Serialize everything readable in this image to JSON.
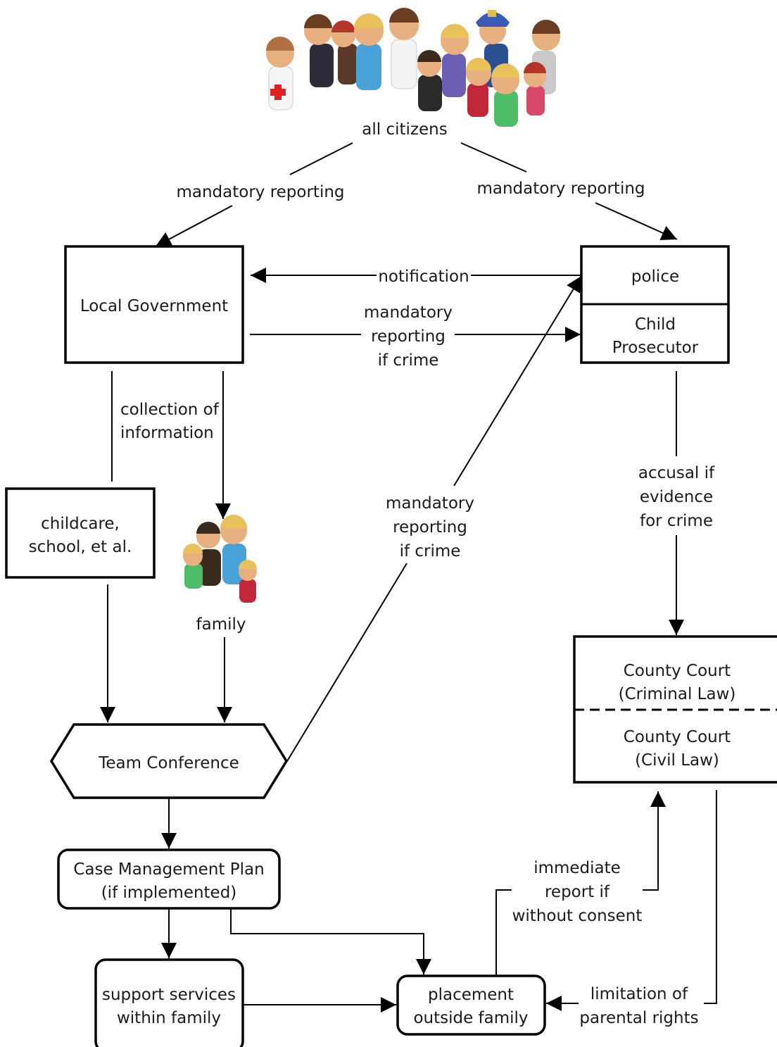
{
  "nodes": {
    "all_citizens": "all citizens",
    "local_government": "Local Government",
    "police": "police",
    "child_prosecutor": [
      "Child",
      "Prosecutor"
    ],
    "childcare": [
      "childcare,",
      "school, et al."
    ],
    "family": "family",
    "team_conference": "Team Conference",
    "county_court_criminal": [
      "County Court",
      "(Criminal Law)"
    ],
    "county_court_civil": [
      "County Court",
      "(Civil Law)"
    ],
    "case_management_plan": [
      "Case Management Plan",
      "(if implemented)"
    ],
    "support_services": [
      "support services",
      "within family"
    ],
    "placement": [
      "placement",
      "outside family"
    ]
  },
  "edges": {
    "mandatory_reporting_left": "mandatory reporting",
    "mandatory_reporting_right": "mandatory reporting",
    "notification": "notification",
    "mandatory_reporting_if_crime_top": [
      "mandatory",
      "reporting",
      "if crime"
    ],
    "collection_of_information": [
      "collection of",
      "information"
    ],
    "mandatory_reporting_if_crime_mid": [
      "mandatory",
      "reporting",
      "if crime"
    ],
    "accusal": [
      "accusal if",
      "evidence",
      "for crime"
    ],
    "immediate_report": [
      "immediate",
      "report if",
      "without consent"
    ],
    "limitation": [
      "limitation of",
      "parental rights"
    ]
  },
  "icons": {
    "citizens_group": "crowd-of-people-icon",
    "family_group": "family-people-icon"
  }
}
